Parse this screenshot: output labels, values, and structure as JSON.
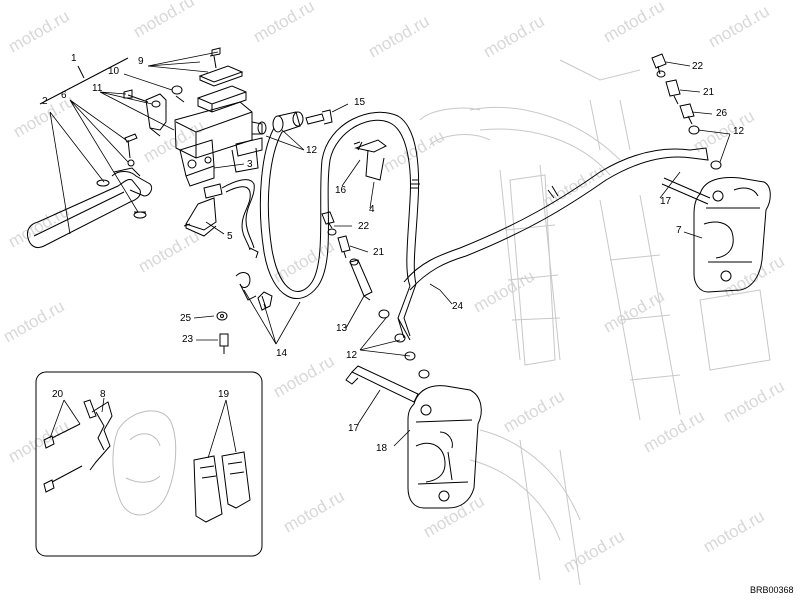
{
  "diagram": {
    "drawing_code": "BRB00368",
    "watermark_text": "motod.ru",
    "callouts": [
      "1",
      "2",
      "6",
      "9",
      "10",
      "11",
      "15",
      "16",
      "4",
      "22",
      "21",
      "26",
      "12",
      "17",
      "7",
      "3",
      "5",
      "25",
      "23",
      "14",
      "13",
      "24",
      "18",
      "20",
      "8",
      "19"
    ]
  }
}
